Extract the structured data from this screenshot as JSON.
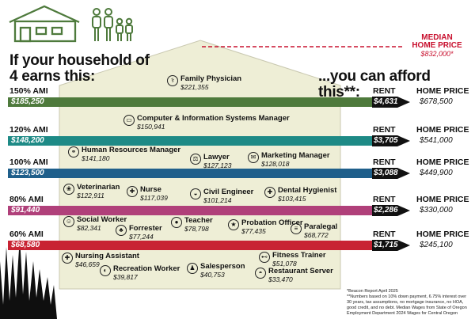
{
  "headline_left": [
    "If your household of",
    "4 earns this:"
  ],
  "headline_right": "...you can afford this**:",
  "median": {
    "label_1": "MEDIAN",
    "label_2": "HOME PRICE",
    "value": "$832,000*"
  },
  "rent_label": "RENT",
  "home_price_label": "HOME PRICE",
  "bands": [
    {
      "ami": "150% AMI",
      "income": "$185,250",
      "rent": "$4,631",
      "home_price": "$678,500",
      "color": "#4e7a3c"
    },
    {
      "ami": "120% AMI",
      "income": "$148,200",
      "rent": "$3,705",
      "home_price": "$541,000",
      "color": "#1e8a86"
    },
    {
      "ami": "100% AMI",
      "income": "$123,500",
      "rent": "$3,088",
      "home_price": "$449,900",
      "color": "#1f5f8b"
    },
    {
      "ami": "80% AMI",
      "income": "$91,440",
      "rent": "$2,286",
      "home_price": "$330,000",
      "color": "#b0407a"
    },
    {
      "ami": "60% AMI",
      "income": "$68,580",
      "rent": "$1,715",
      "home_price": "$245,100",
      "color": "#c82333"
    }
  ],
  "jobs": [
    {
      "name": "Family Physician",
      "wage": "$221,355",
      "icon": "stethoscope-icon",
      "glyph": "⚕"
    },
    {
      "name": "Computer & Information Systems Manager",
      "wage": "$150,941",
      "icon": "computer-icon",
      "glyph": "▭"
    },
    {
      "name": "Human Resources Manager",
      "wage": "$141,180",
      "icon": "handshake-icon",
      "glyph": "⚭"
    },
    {
      "name": "Lawyer",
      "wage": "$127,123",
      "icon": "gavel-icon",
      "glyph": "⚖"
    },
    {
      "name": "Marketing Manager",
      "wage": "$128,018",
      "icon": "megaphone-icon",
      "glyph": "✉"
    },
    {
      "name": "Veterinarian",
      "wage": "$122,911",
      "icon": "paw-icon",
      "glyph": "❀"
    },
    {
      "name": "Nurse",
      "wage": "$117,039",
      "icon": "medical-cross-icon",
      "glyph": "✚"
    },
    {
      "name": "Civil Engineer",
      "wage": "$101,214",
      "icon": "hard-hat-icon",
      "glyph": "◒"
    },
    {
      "name": "Dental Hygienist",
      "wage": "$103,415",
      "icon": "tooth-icon",
      "glyph": "✚"
    },
    {
      "name": "Social Worker",
      "wage": "$82,341",
      "icon": "people-icon",
      "glyph": "☺"
    },
    {
      "name": "Forrester",
      "wage": "$77,244",
      "icon": "tree-icon",
      "glyph": "♣"
    },
    {
      "name": "Teacher",
      "wage": "$78,798",
      "icon": "apple-icon",
      "glyph": "●"
    },
    {
      "name": "Probation Officer",
      "wage": "$77,435",
      "icon": "badge-icon",
      "glyph": "★"
    },
    {
      "name": "Paralegal",
      "wage": "$68,772",
      "icon": "document-icon",
      "glyph": "≡"
    },
    {
      "name": "Nursing Assistant",
      "wage": "$46,659",
      "icon": "medical-cross-icon",
      "glyph": "✚"
    },
    {
      "name": "Recreation Worker",
      "wage": "$39,817",
      "icon": "activity-icon",
      "glyph": "◐"
    },
    {
      "name": "Salesperson",
      "wage": "$40,753",
      "icon": "person-icon",
      "glyph": "♟"
    },
    {
      "name": "Fitness Trainer",
      "wage": "$51,078",
      "icon": "dumbbell-icon",
      "glyph": "⊷"
    },
    {
      "name": "Restaurant Server",
      "wage": "$33,470",
      "icon": "cloche-icon",
      "glyph": "◓"
    }
  ],
  "footnote_1": "*Beacon Report April 2025",
  "footnote_2": "**Numbers based on 10% down payment, 6.75% interest over 30 years, tax assumptions, no mortgage insurance, no HOA, good credit, and no debt. Median Wages from State of Oregon Employment Department 2024 Wages for Central Oregon",
  "colors": {
    "house_fill": "#eeeed6",
    "outline_green": "#4e7a3c",
    "median_red": "#c8102e",
    "grass": "#0f0f0f"
  }
}
